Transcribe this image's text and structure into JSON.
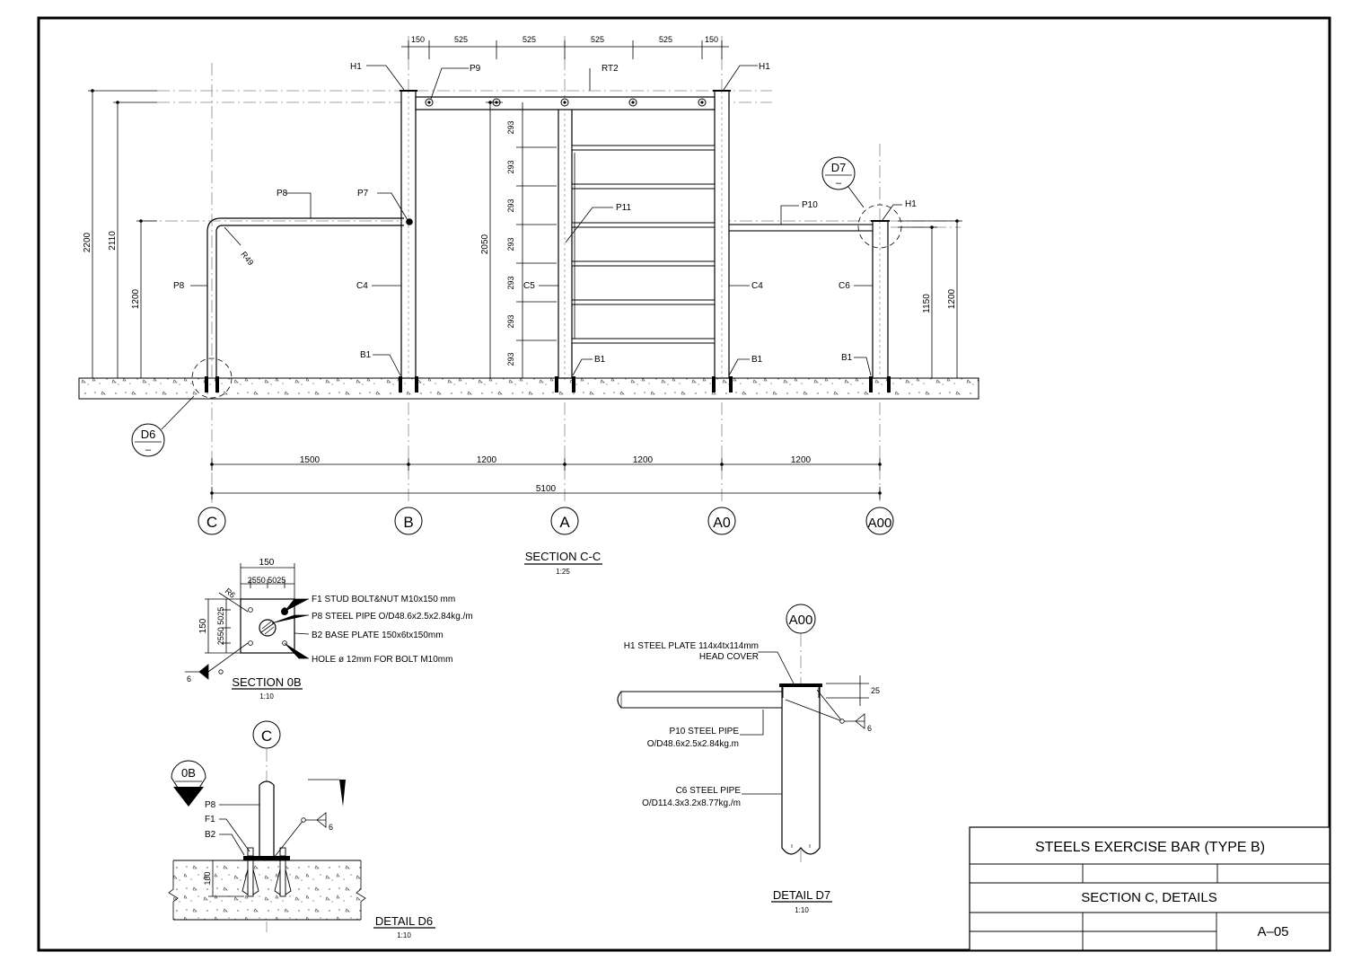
{
  "title_block": {
    "title": "STEELS  EXERCISE  BAR  (TYPE  B)",
    "subtitle": "SECTION  C,  DETAILS",
    "sheet": "A–05"
  },
  "section_cc": {
    "title": "SECTION C-C",
    "scale": "1:25",
    "top_dims": [
      "150",
      "525",
      "525",
      "525",
      "525",
      "150"
    ],
    "heights": [
      "2200",
      "2110",
      "1200",
      "2050",
      "1150",
      "1200"
    ],
    "rung_dims": [
      "293",
      "293",
      "293",
      "293",
      "293",
      "293",
      "293"
    ],
    "radius": "R49",
    "labels": {
      "h1_left": "H1",
      "h1_right": "H1",
      "h1_far": "H1",
      "p9": "P9",
      "rt2": "RT2",
      "p8_top": "P8",
      "p7": "P7",
      "p11": "P11",
      "p10": "P10",
      "p8_side": "P8",
      "c4_left": "C4",
      "c5": "C5",
      "c4_right": "C4",
      "c6": "C6",
      "b1_a": "B1",
      "b1_b": "B1",
      "b1_c": "B1",
      "b1_d": "B1"
    },
    "bottom_dims": [
      "1500",
      "1200",
      "1200",
      "1200"
    ],
    "total_dim": "5100",
    "grid": [
      "C",
      "B",
      "A",
      "A0",
      "A00"
    ],
    "detail_tags": {
      "d6": "D6",
      "d7": "D7",
      "dash": "–"
    }
  },
  "section_0b": {
    "title": "SECTION 0B",
    "scale": "1:10",
    "dim_w": "150",
    "dim_h": "150",
    "sub_dims_h": "2550 5025",
    "sub_dims_v": "2550 5025",
    "radius": "R6",
    "weld": "6",
    "notes": [
      "F1  STUD  BOLT&NUT  M10x150  mm",
      "P8  STEEL  PIPE  O/D48.6x2.5x2.84kg./m",
      "B2  BASE  PLATE  150x6tx150mm",
      "HOLE  ø  12mm  FOR  BOLT  M10mm"
    ]
  },
  "detail_d6": {
    "title": "DETAIL D6",
    "scale": "1:10",
    "grid": "C",
    "tag": "0B",
    "labels": [
      "P8",
      "F1",
      "B2"
    ],
    "dim": "100",
    "weld": "6"
  },
  "detail_d7": {
    "title": "DETAIL D7",
    "scale": "1:10",
    "grid": "A00",
    "h1_note": [
      "H1  STEEL  PLATE  114x4tx114mm",
      "HEAD  COVER"
    ],
    "p10_note": [
      "P10  STEEL  PIPE",
      "O/D48.6x2.5x2.84kg.m"
    ],
    "c6_note": [
      "C6  STEEL  PIPE",
      "O/D114.3x3.2x8.77kg./m"
    ],
    "dim": "25",
    "weld": "6"
  }
}
